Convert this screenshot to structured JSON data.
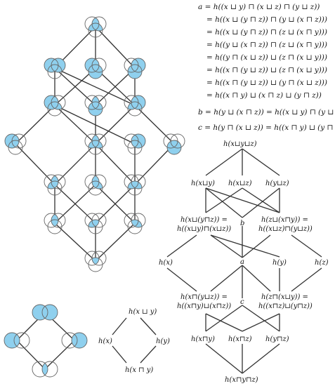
{
  "equations": {
    "a_lines": [
      "a = h((x ⊔ y) ⊓ (x ⊔ z) ⊓ (y ⊔ z))",
      "= h((x ⊔ (y ⊓ z)) ⊓ (y ⊔ (x ⊓ z)))",
      "= h((x ⊔ (y ⊓ z)) ⊓ (z ⊔ (x ⊓ y)))",
      "= h((y ⊔ (x ⊓ z)) ⊓ (z ⊔ (x ⊓ y)))",
      "= h((y ⊓ (x ⊔ z)) ⊔ (z ⊓ (x ⊔ y)))",
      "= h((x ⊓ (y ⊔ z)) ⊔ (z ⊓ (x ⊔ y)))",
      "= h((x ⊓ (y ⊔ z)) ⊔ (y ⊓ (x ⊔ z)))",
      "= h((x ⊓ y) ⊔ (x ⊓ z) ⊔ (y ⊓ z))"
    ],
    "b_line": "b = h(y ⊔ (x ⊓ z)) = h((x ⊔ y) ⊓ (y ⊔ z))",
    "c_line": "c = h(y ⊓ (x ⊔ z)) = h((x ⊓ y) ⊔ (y ⊓ z))"
  },
  "lattice_labels": {
    "top": "h(x⊔y⊔z)",
    "xy": "h(x⊔y)",
    "xz": "h(x⊔z)",
    "yz": "h(y⊔z)",
    "left_mid_1": "h(x⊔(y⊓z)) =",
    "left_mid_2": "h((x⊔y)⊓(x⊔z))",
    "right_mid_1": "h(z⊔(x⊓y)) =",
    "right_mid_2": "h((x⊔z)⊓(y⊔z))",
    "b": "b",
    "a": "a",
    "c": "c",
    "x": "h(x)",
    "y": "h(y)",
    "z": "h(z)",
    "left_low_1": "h(x⊓(y⊔z)) =",
    "left_low_2": "h((x⊓y)⊔(x⊓z))",
    "right_low_1": "h(z⊓(x⊔y)) =",
    "right_low_2": "h((x⊓z)⊔(y⊓z))",
    "x_meet_y": "h(x⊓y)",
    "x_meet_z": "h(x⊓z)",
    "y_meet_z": "h(y⊓z)",
    "bottom": "h(x⊓y⊓z)"
  },
  "small_diamond_labels": {
    "top": "h(x ⊔ y)",
    "left": "h(x)",
    "right": "h(y)",
    "bottom": "h(x ⊓ y)"
  },
  "colors": {
    "shade": "#8fd0ee",
    "line": "#333333",
    "circle": "#666666"
  }
}
